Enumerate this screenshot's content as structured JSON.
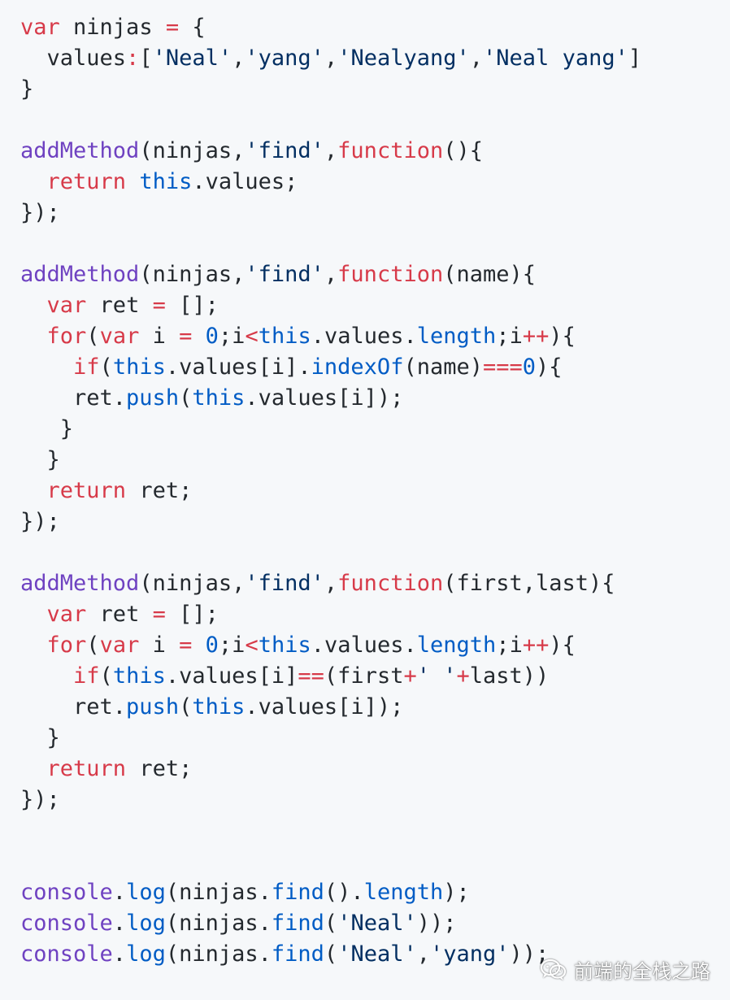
{
  "colors": {
    "background": "#f6f8fa",
    "plain": "#24292e",
    "keyword": "#d73a49",
    "function": "#6f42c1",
    "string": "#032f62",
    "number": "#005cc5",
    "builtin": "#005cc5"
  },
  "code": {
    "language": "javascript",
    "lines": [
      [
        [
          "kw",
          "var"
        ],
        [
          "plain",
          " ninjas "
        ],
        [
          "kw",
          "="
        ],
        [
          "plain",
          " {"
        ]
      ],
      [
        [
          "plain",
          "  values"
        ],
        [
          "kw",
          ":"
        ],
        [
          "plain",
          "["
        ],
        [
          "str",
          "'Neal'"
        ],
        [
          "plain",
          ","
        ],
        [
          "str",
          "'yang'"
        ],
        [
          "plain",
          ","
        ],
        [
          "str",
          "'Nealyang'"
        ],
        [
          "plain",
          ","
        ],
        [
          "str",
          "'Neal yang'"
        ],
        [
          "plain",
          "]"
        ]
      ],
      [
        [
          "plain",
          "}"
        ]
      ],
      [],
      [
        [
          "fn",
          "addMethod"
        ],
        [
          "plain",
          "(ninjas,"
        ],
        [
          "str",
          "'find'"
        ],
        [
          "plain",
          ","
        ],
        [
          "kw",
          "function"
        ],
        [
          "plain",
          "(){"
        ]
      ],
      [
        [
          "plain",
          "  "
        ],
        [
          "kw",
          "return"
        ],
        [
          "plain",
          " "
        ],
        [
          "builtin",
          "this"
        ],
        [
          "plain",
          ".values;"
        ]
      ],
      [
        [
          "plain",
          "});"
        ]
      ],
      [],
      [
        [
          "fn",
          "addMethod"
        ],
        [
          "plain",
          "(ninjas,"
        ],
        [
          "str",
          "'find'"
        ],
        [
          "plain",
          ","
        ],
        [
          "kw",
          "function"
        ],
        [
          "plain",
          "(name){"
        ]
      ],
      [
        [
          "plain",
          "  "
        ],
        [
          "kw",
          "var"
        ],
        [
          "plain",
          " ret "
        ],
        [
          "kw",
          "="
        ],
        [
          "plain",
          " [];"
        ]
      ],
      [
        [
          "plain",
          "  "
        ],
        [
          "kw",
          "for"
        ],
        [
          "plain",
          "("
        ],
        [
          "kw",
          "var"
        ],
        [
          "plain",
          " i "
        ],
        [
          "kw",
          "="
        ],
        [
          "plain",
          " "
        ],
        [
          "num",
          "0"
        ],
        [
          "plain",
          ";i"
        ],
        [
          "kw",
          "<"
        ],
        [
          "builtin",
          "this"
        ],
        [
          "plain",
          ".values."
        ],
        [
          "prop",
          "length"
        ],
        [
          "plain",
          ";i"
        ],
        [
          "kw",
          "++"
        ],
        [
          "plain",
          "){"
        ]
      ],
      [
        [
          "plain",
          "    "
        ],
        [
          "kw",
          "if"
        ],
        [
          "plain",
          "("
        ],
        [
          "builtin",
          "this"
        ],
        [
          "plain",
          ".values[i]."
        ],
        [
          "prop",
          "indexOf"
        ],
        [
          "plain",
          "(name)"
        ],
        [
          "kw",
          "==="
        ],
        [
          "num",
          "0"
        ],
        [
          "plain",
          "){"
        ]
      ],
      [
        [
          "plain",
          "    ret."
        ],
        [
          "prop",
          "push"
        ],
        [
          "plain",
          "("
        ],
        [
          "builtin",
          "this"
        ],
        [
          "plain",
          ".values[i]);"
        ]
      ],
      [
        [
          "plain",
          "   }"
        ]
      ],
      [
        [
          "plain",
          "  }"
        ]
      ],
      [
        [
          "plain",
          "  "
        ],
        [
          "kw",
          "return"
        ],
        [
          "plain",
          " ret;"
        ]
      ],
      [
        [
          "plain",
          "});"
        ]
      ],
      [],
      [
        [
          "fn",
          "addMethod"
        ],
        [
          "plain",
          "(ninjas,"
        ],
        [
          "str",
          "'find'"
        ],
        [
          "plain",
          ","
        ],
        [
          "kw",
          "function"
        ],
        [
          "plain",
          "(first,last){"
        ]
      ],
      [
        [
          "plain",
          "  "
        ],
        [
          "kw",
          "var"
        ],
        [
          "plain",
          " ret "
        ],
        [
          "kw",
          "="
        ],
        [
          "plain",
          " [];"
        ]
      ],
      [
        [
          "plain",
          "  "
        ],
        [
          "kw",
          "for"
        ],
        [
          "plain",
          "("
        ],
        [
          "kw",
          "var"
        ],
        [
          "plain",
          " i "
        ],
        [
          "kw",
          "="
        ],
        [
          "plain",
          " "
        ],
        [
          "num",
          "0"
        ],
        [
          "plain",
          ";i"
        ],
        [
          "kw",
          "<"
        ],
        [
          "builtin",
          "this"
        ],
        [
          "plain",
          ".values."
        ],
        [
          "prop",
          "length"
        ],
        [
          "plain",
          ";i"
        ],
        [
          "kw",
          "++"
        ],
        [
          "plain",
          "){"
        ]
      ],
      [
        [
          "plain",
          "    "
        ],
        [
          "kw",
          "if"
        ],
        [
          "plain",
          "("
        ],
        [
          "builtin",
          "this"
        ],
        [
          "plain",
          ".values[i]"
        ],
        [
          "kw",
          "=="
        ],
        [
          "plain",
          "(first"
        ],
        [
          "kw",
          "+"
        ],
        [
          "str",
          "' '"
        ],
        [
          "kw",
          "+"
        ],
        [
          "plain",
          "last))"
        ]
      ],
      [
        [
          "plain",
          "    ret."
        ],
        [
          "prop",
          "push"
        ],
        [
          "plain",
          "("
        ],
        [
          "builtin",
          "this"
        ],
        [
          "plain",
          ".values[i]);"
        ]
      ],
      [
        [
          "plain",
          "  }"
        ]
      ],
      [
        [
          "plain",
          "  "
        ],
        [
          "kw",
          "return"
        ],
        [
          "plain",
          " ret;"
        ]
      ],
      [
        [
          "plain",
          "});"
        ]
      ],
      [],
      [],
      [
        [
          "fn",
          "console"
        ],
        [
          "plain",
          "."
        ],
        [
          "prop",
          "log"
        ],
        [
          "plain",
          "(ninjas."
        ],
        [
          "prop",
          "find"
        ],
        [
          "plain",
          "()."
        ],
        [
          "prop",
          "length"
        ],
        [
          "plain",
          ");"
        ]
      ],
      [
        [
          "fn",
          "console"
        ],
        [
          "plain",
          "."
        ],
        [
          "prop",
          "log"
        ],
        [
          "plain",
          "(ninjas."
        ],
        [
          "prop",
          "find"
        ],
        [
          "plain",
          "("
        ],
        [
          "str",
          "'Neal'"
        ],
        [
          "plain",
          "));"
        ]
      ],
      [
        [
          "fn",
          "console"
        ],
        [
          "plain",
          "."
        ],
        [
          "prop",
          "log"
        ],
        [
          "plain",
          "(ninjas."
        ],
        [
          "prop",
          "find"
        ],
        [
          "plain",
          "("
        ],
        [
          "str",
          "'Neal'"
        ],
        [
          "plain",
          ","
        ],
        [
          "str",
          "'yang'"
        ],
        [
          "plain",
          "));"
        ]
      ]
    ]
  },
  "watermark": {
    "icon": "wechat-icon",
    "text": "前端的全栈之路"
  }
}
